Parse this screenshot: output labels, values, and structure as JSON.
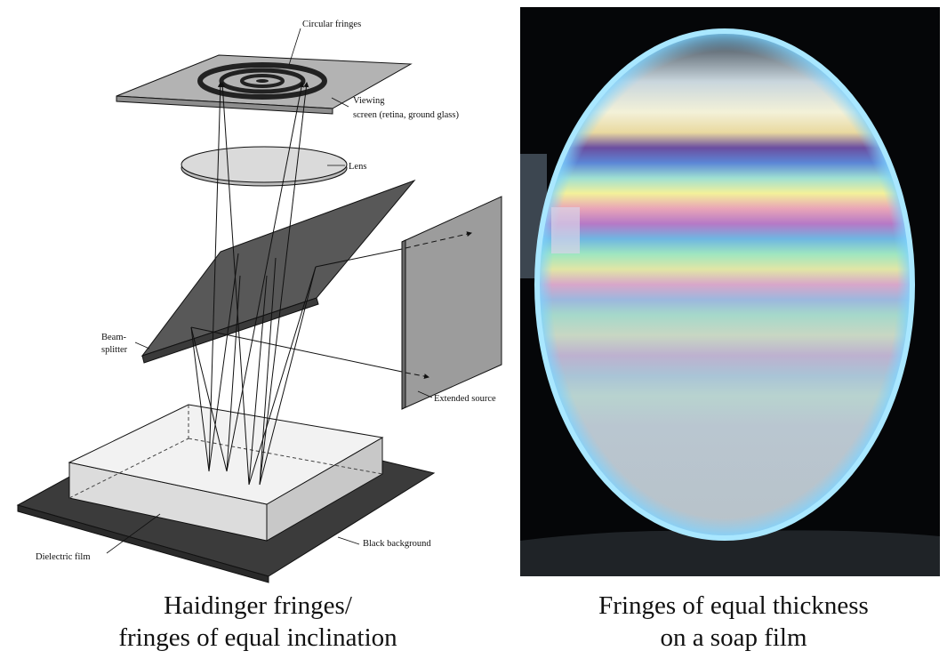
{
  "diagram": {
    "labels": {
      "circular_fringes": "Circular fringes",
      "viewing_screen_line1": "Viewing",
      "viewing_screen_line2": "screen (retina, ground glass)",
      "lens": "Lens",
      "beam_splitter_line1": "Beam-",
      "beam_splitter_line2": "splitter",
      "extended_source": "Extended source",
      "dielectric_film": "Dielectric film",
      "black_background": "Black background"
    },
    "caption": {
      "line1": "Haidinger fringes/",
      "line2": "fringes of equal inclination"
    }
  },
  "photo": {
    "caption": {
      "line1": "Fringes of equal thickness",
      "line2": "on a soap film"
    }
  }
}
